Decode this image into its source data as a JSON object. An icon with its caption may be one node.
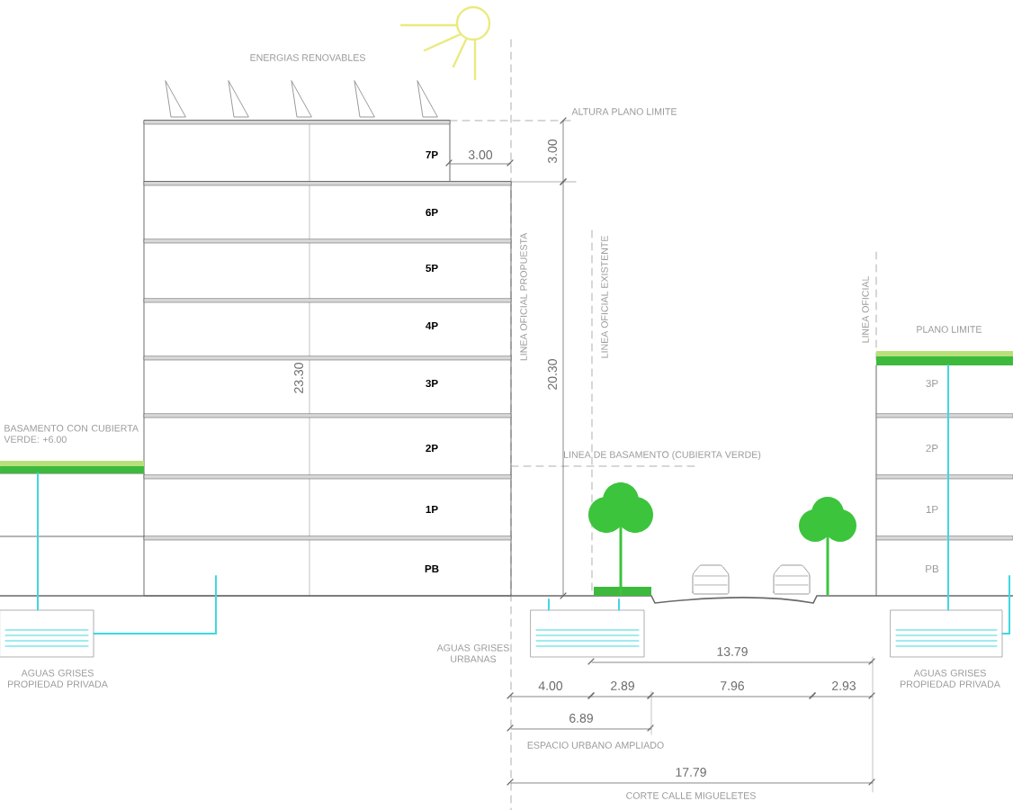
{
  "diagram": {
    "nodes": [
      {
        "text": [],
        "shape": "box",
        "beside": [
          "AGUAS GRISES PROPIEDAD PRIVADA"
        ]
      },
      {
        "text": [],
        "shape": "box",
        "beside": [
          "AGUAS GRISES URBANAS"
        ]
      },
      {
        "text": [],
        "shape": "box",
        "beside": [
          "AGUAS GRISES PROPIEDAD PRIVADA"
        ]
      }
    ],
    "edges": [
      {
        "from": null,
        "to": 0,
        "arrow": "none"
      },
      {
        "from": null,
        "to": 0,
        "arrow": "none"
      },
      {
        "from": null,
        "to": 1,
        "arrow": "none"
      },
      {
        "from": null,
        "to": 1,
        "arrow": "none"
      },
      {
        "from": null,
        "to": 2,
        "arrow": "none"
      },
      {
        "from": null,
        "to": 2,
        "arrow": "none"
      }
    ],
    "labels": [
      "ENERGIAS RENOVABLES",
      "ALTURA PLANO LIMITE",
      "7P",
      "3.00",
      "3.00",
      "6P",
      "5P",
      "4P",
      "LINEA OFICIAL PROPUESTA",
      "LINEA OFICIAL EXISTENTE",
      "LINEA OFICIAL",
      "PLANO LIMITE",
      "3P",
      "23.30",
      "20.30",
      "3P",
      "BASAMENTO CON CUBIERTA VERDE: +6.00",
      "2P",
      "LINEA DE BASAMENTO (CUBIERTA VERDE)",
      "2P",
      "1P",
      "1P",
      "PB",
      "PB",
      "13.79",
      "4.00",
      "2.89",
      "7.96",
      "2.93",
      "6.89",
      "ESPACIO URBANO AMPLIADO",
      "17.79",
      "CORTE CALLE MIGUELETES"
    ]
  }
}
